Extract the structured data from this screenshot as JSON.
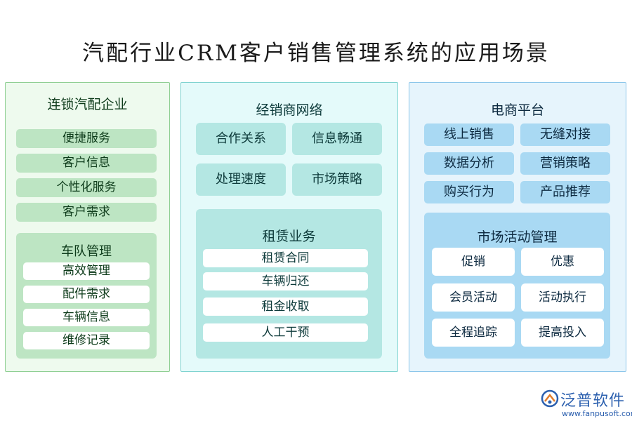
{
  "title": "汽配行业CRM客户销售管理系统的应用场景",
  "left": {
    "title": "连锁汽配企业",
    "items": [
      "便捷服务",
      "客户信息",
      "个性化服务",
      "客户需求"
    ],
    "fleet": {
      "title": "车队管理",
      "items": [
        "高效管理",
        "配件需求",
        "车辆信息",
        "维修记录"
      ]
    }
  },
  "middle": {
    "title": "经销商网络",
    "items": [
      "合作关系",
      "信息畅通",
      "处理速度",
      "市场策略"
    ],
    "lease": {
      "title": "租赁业务",
      "items": [
        "租赁合同",
        "车辆归还",
        "租金收取",
        "人工干预"
      ]
    }
  },
  "right": {
    "title": "电商平台",
    "items": [
      "线上销售",
      "无缝对接",
      "数据分析",
      "营销策略",
      "购买行为",
      "产品推荐"
    ],
    "market": {
      "title": "市场活动管理",
      "items": [
        "促销",
        "优惠",
        "会员活动",
        "活动执行",
        "全程追踪",
        "提高投入"
      ]
    }
  },
  "logo": {
    "name": "泛普软件",
    "url": "www.fanpusoft.com"
  },
  "colors": {
    "left_bg": "#eefaee",
    "left_accent": "#bde5c3",
    "middle_bg": "#e4fafa",
    "middle_accent": "#b4e7e3",
    "right_bg": "#e6f4fc",
    "right_accent": "#a9d9f3",
    "logo": "#2b5fae"
  }
}
